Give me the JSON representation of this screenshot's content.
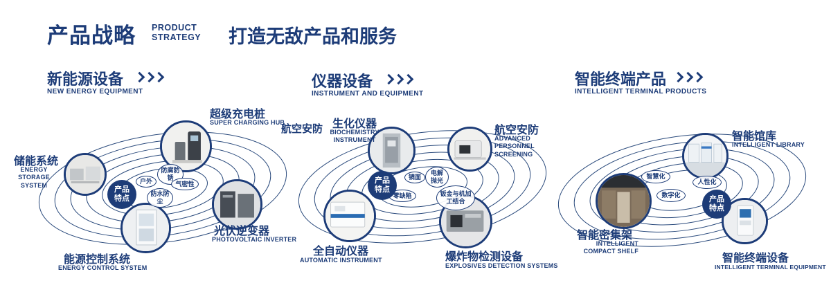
{
  "colors": {
    "navy": "#1d3c78"
  },
  "icons": {
    "section_arrow": "triple-chevron-right"
  },
  "header": {
    "title": "产品战略",
    "subtitle1": "PRODUCT",
    "subtitle2": "STRATEGY",
    "tagline": "打造无敌产品和服务"
  },
  "sections": [
    {
      "title": "新能源设备",
      "subtitle": "NEW ENERGY EQUIPMENT",
      "badge": "产品特点",
      "tags": [
        "防腐防锈",
        "户外",
        "气密性",
        "防水防尘"
      ],
      "products": [
        {
          "name": "超级充电桩",
          "en": "SUPER CHARGING HUB"
        },
        {
          "name": "储能系统",
          "en": "ENERGY STORAGE SYSTEM"
        },
        {
          "name": "光伏逆变器",
          "en": "PHOTOVOLTAIC INVERTER"
        },
        {
          "name": "能源控制系统",
          "en": "ENERGY CONTROL SYSTEM"
        }
      ]
    },
    {
      "title": "仪器设备",
      "subtitle": "INSTRUMENT AND EQUIPMENT",
      "badge": "产品特点",
      "side_label": "航空安防",
      "tags": [
        "镜面",
        "电解抛光",
        "零缺陷",
        "钣金与机加工结合"
      ],
      "products": [
        {
          "name": "生化仪器",
          "en": "BIOCHEMISTRY INSTRUMENT"
        },
        {
          "name": "航空安防",
          "en": "ADVANCED PERSONNEL SCREENING"
        },
        {
          "name": "全自动仪器",
          "en": "AUTOMATIC INSTRUMENT"
        },
        {
          "name": "爆炸物检测设备",
          "en": "EXPLOSIVES DETECTION SYSTEMS"
        }
      ]
    },
    {
      "title": "智能终端产品",
      "subtitle": "INTELLIGENT TERMINAL PRODUCTS",
      "badge": "产品特点",
      "tags": [
        "智慧化",
        "人性化",
        "数字化"
      ],
      "products": [
        {
          "name": "智能馆库",
          "en": "INTELLIGENT LIBRARY"
        },
        {
          "name": "智能密集架",
          "en": "INTELLIGENT COMPACT SHELF"
        },
        {
          "name": "智能终端设备",
          "en": "INTELLIGENT TERMINAL EQUIPMENT"
        }
      ]
    }
  ]
}
